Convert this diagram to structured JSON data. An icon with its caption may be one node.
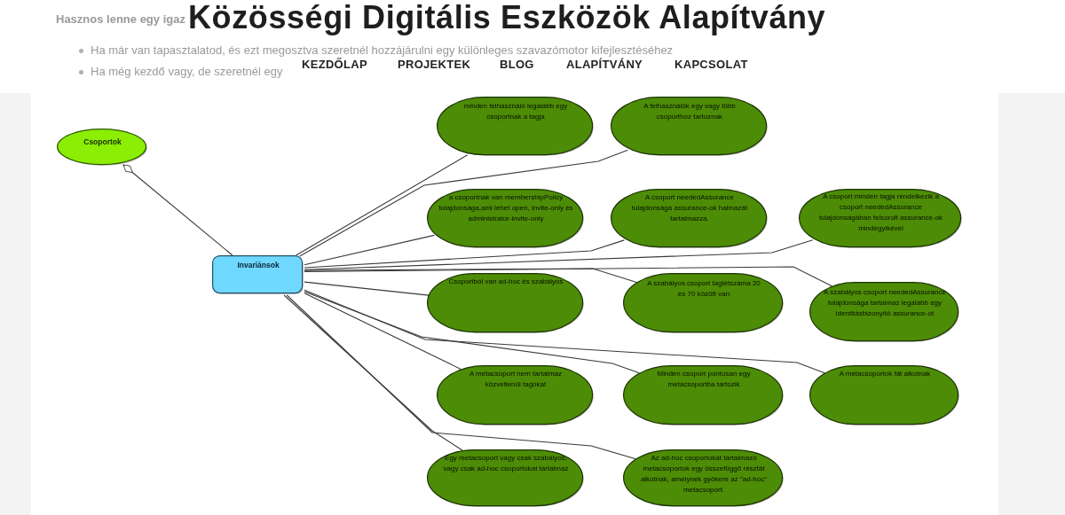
{
  "diagram": {
    "title": "Közösségi Digitális Eszközök Alapítvány",
    "nodes": [
      {
        "text": [
          "Csoportok"
        ]
      },
      {
        "text": [
          "Invariánsok"
        ]
      },
      {
        "text": [
          "minden felhasználó legalább egy csoportnak a tagja"
        ]
      },
      {
        "text": [
          "A felhasználók egy vagy több csoporthoz tartoznak"
        ]
      },
      {
        "text": [
          "a csoportnak van membershipPolicy tulajdonsága,ami lehet open, invite-only és administrator-invite-only"
        ]
      },
      {
        "text": [
          "A csoport neededAssurance tulajdonsága assurance-ok halmazát tartalmazza."
        ]
      },
      {
        "text": [
          "A csoport minden tagja rendelkezik a csoport neededAssurance tulajdonságában felsorolt assurance-ok mindegyikével"
        ]
      },
      {
        "text": [
          "Csoportból van ad-hoc és szabályos"
        ]
      },
      {
        "text": [
          "A szabályos csoport taglétszáma 20 és 70 között van"
        ]
      },
      {
        "text": [
          "A szabályos csoport neededAssurance tulajdonsága tartalmaz legalább egy identitásbizonyító assurance-ot"
        ]
      },
      {
        "text": [
          "A metacsoport nem tartalmaz közvetlenül tagokat"
        ]
      },
      {
        "text": [
          "Minden csoport pontosan egy metacsoportba tartozik"
        ]
      },
      {
        "text": [
          "A metacsoportok fát alkotnak"
        ]
      },
      {
        "text": [
          "Egy metacsoport vagy csak szabályos, vagy csak ad-hoc csoportokat tartalmaz"
        ]
      },
      {
        "text": [
          "Az ad-hoc csoportokat tartalmazó metacsoportok egy összefüggő részfát alkotnak, amelynek gyökere az \"ad-hoc\" metacsoport."
        ]
      }
    ],
    "edges": [
      {
        "from": 1,
        "to": 0,
        "arrow": "other"
      },
      {
        "from": 1,
        "to": 2,
        "arrow": "none"
      },
      {
        "from": 1,
        "to": 3,
        "arrow": "none"
      },
      {
        "from": 1,
        "to": 4,
        "arrow": "none"
      },
      {
        "from": 1,
        "to": 5,
        "arrow": "none"
      },
      {
        "from": 1,
        "to": 6,
        "arrow": "none"
      },
      {
        "from": 1,
        "to": 7,
        "arrow": "none"
      },
      {
        "from": 1,
        "to": 8,
        "arrow": "none"
      },
      {
        "from": 1,
        "to": 9,
        "arrow": "none"
      },
      {
        "from": 1,
        "to": 10,
        "arrow": "none"
      },
      {
        "from": 1,
        "to": 11,
        "arrow": "none"
      },
      {
        "from": 1,
        "to": 12,
        "arrow": "none"
      },
      {
        "from": 1,
        "to": 13,
        "arrow": "none"
      },
      {
        "from": 1,
        "to": 14,
        "arrow": "none"
      }
    ],
    "labels": [
      "Hasznos lenne egy igaz",
      "Ha már van tapasztalatod, és ezt megosztva szeretnél hozzájárulni egy különleges szavazómotor kifejlesztéséhez",
      "KEZDŐLAP",
      "PROJEKTEK",
      "BLOG",
      "ALAPÍTVÁNY",
      "KAPCSOLAT",
      "Ha még kezdő vagy, de szeretnél egy"
    ]
  }
}
